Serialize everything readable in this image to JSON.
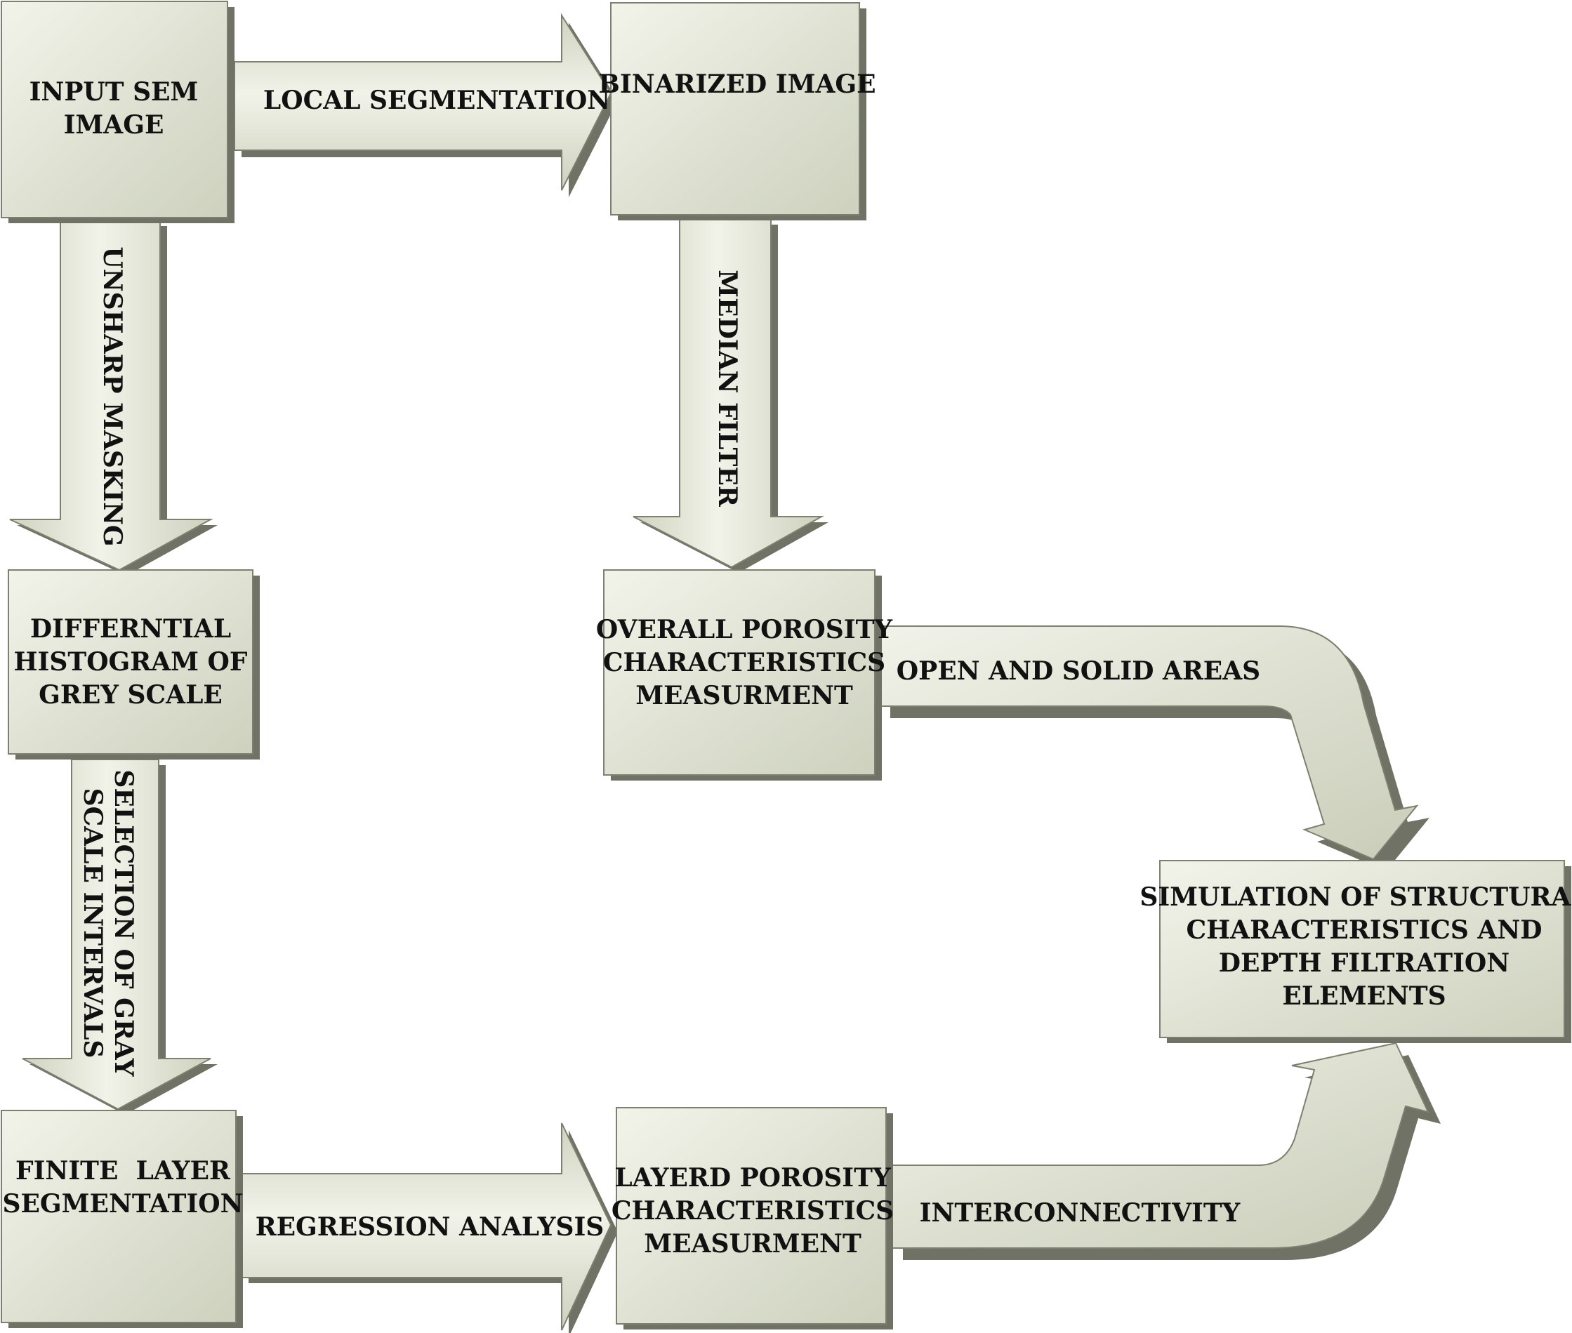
{
  "colors": {
    "fill_light": "#eef0e4",
    "fill_dark": "#c9cdb8",
    "shadow": "#6f7264",
    "outline": "#7d8070",
    "text": "#111111"
  },
  "boxes": {
    "input": [
      "INPUT SEM",
      "IMAGE"
    ],
    "binarized": [
      "BINARIZED IMAGE"
    ],
    "differential": [
      "DIFFERNTIAL",
      "HISTOGRAM OF",
      "GREY SCALE"
    ],
    "overall": [
      "OVERALL POROSITY",
      "CHARACTERISTICS",
      "MEASURMENT"
    ],
    "simulation": [
      "SIMULATION OF STRUCTURAL",
      "CHARACTERISTICS AND",
      "DEPTH FILTRATION",
      "ELEMENTS"
    ],
    "finite": [
      "FINITE  LAYER",
      "SEGMENTATION"
    ],
    "layerd": [
      "LAYERD POROSITY",
      "CHARACTERISTICS",
      "MEASURMENT"
    ]
  },
  "arrows": {
    "local_segmentation": "LOCAL SEGMENTATION",
    "unsharp_masking": "UNSHARP MASKING",
    "median_filter": "MEDIAN FILTER",
    "selection": [
      "SELECTION OF GRAY",
      "SCALE INTERVALS"
    ],
    "regression": "REGRESSION ANALYSIS",
    "open_solid": "OPEN AND SOLID AREAS",
    "interconnectivity": "INTERCONNECTIVITY"
  }
}
